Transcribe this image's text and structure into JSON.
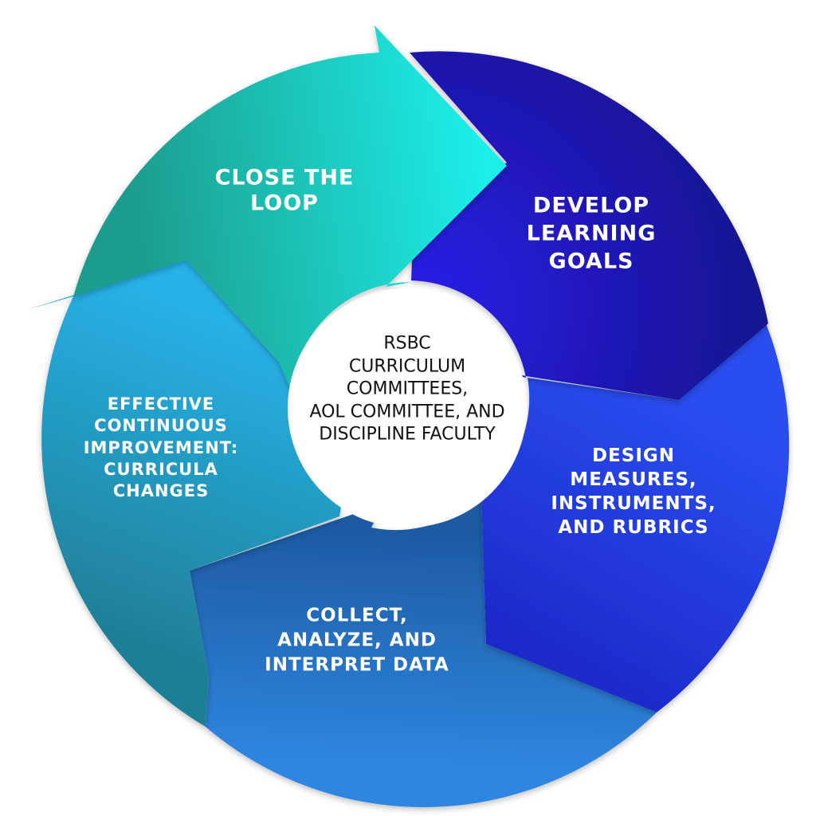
{
  "center": {
    "text": "RSBC\nCURRICULUM\nCOMMITTEES,\nAOL COMMITTEE, AND\nDISCIPLINE FACULTY"
  },
  "stages": [
    {
      "id": "develop",
      "label": "DEVELOP\nLEARNING\nGOALS",
      "color_light": "#2a1ee8",
      "color_dark": "#15138a"
    },
    {
      "id": "design",
      "label": "DESIGN\nMEASURES,\nINSTRUMENTS,\nAND RUBRICS",
      "color_light": "#2a4ef0",
      "color_dark": "#1a24c4"
    },
    {
      "id": "collect",
      "label": "COLLECT,\nANALYZE, AND\nINTERPRET DATA",
      "color_light": "#2f86e0",
      "color_dark": "#1d5aa2"
    },
    {
      "id": "effective",
      "label": "EFFECTIVE\nCONTINUOUS\nIMPROVEMENT:\nCURRICULA\nCHANGES",
      "color_light": "#27b2e8",
      "color_dark": "#1f7f96"
    },
    {
      "id": "close",
      "label": "CLOSE THE\nLOOP",
      "color_light": "#1ceee8",
      "color_dark": "#1a9c8c"
    }
  ]
}
